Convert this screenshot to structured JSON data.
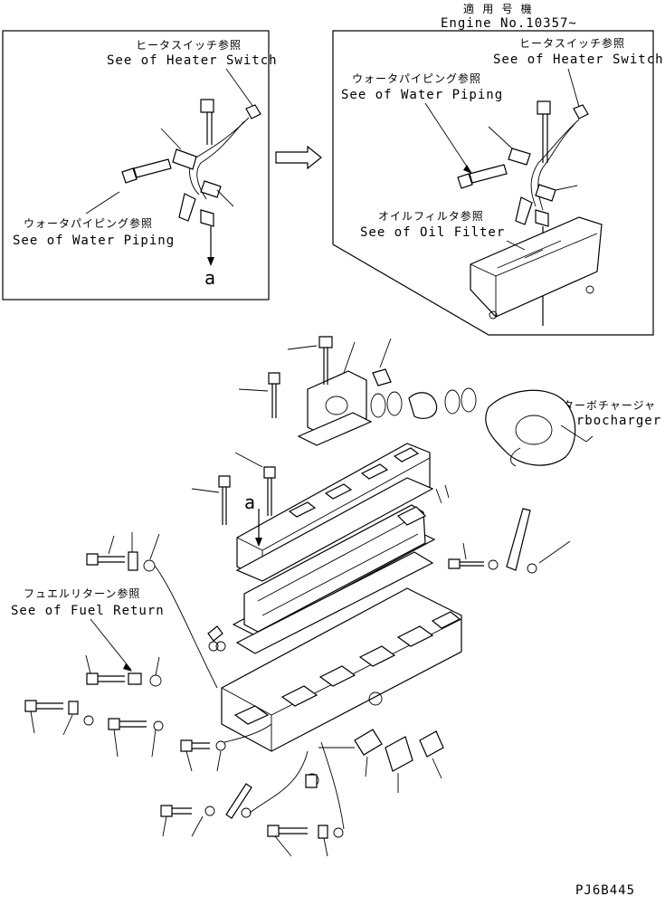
{
  "header": {
    "applicable_jp": "適 用 号 機",
    "engine_no": "Engine No.10357~"
  },
  "left_inset": {
    "heater_switch_jp": "ヒータスイッチ参照",
    "heater_switch_en": "See of Heater Switch",
    "water_piping_jp": "ウォータパイピング参照",
    "water_piping_en": "See of Water Piping",
    "arrow_letter": "a"
  },
  "right_inset": {
    "heater_switch_jp": "ヒータスイッチ参照",
    "heater_switch_en": "See of Heater Switch",
    "water_piping_jp": "ウォータパイピング参照",
    "water_piping_en": "See of Water Piping",
    "oil_filter_jp": "オイルフィルタ参照",
    "oil_filter_en": "See of Oil Filter"
  },
  "main": {
    "turbo_jp": "ターボチャージャ",
    "turbo_en": "Turbocharger",
    "arrow_letter": "a",
    "fuel_return_jp": "フュエルリターン参照",
    "fuel_return_en": "See of Fuel Return"
  },
  "footer": {
    "drawing_code": "PJ6B445"
  }
}
